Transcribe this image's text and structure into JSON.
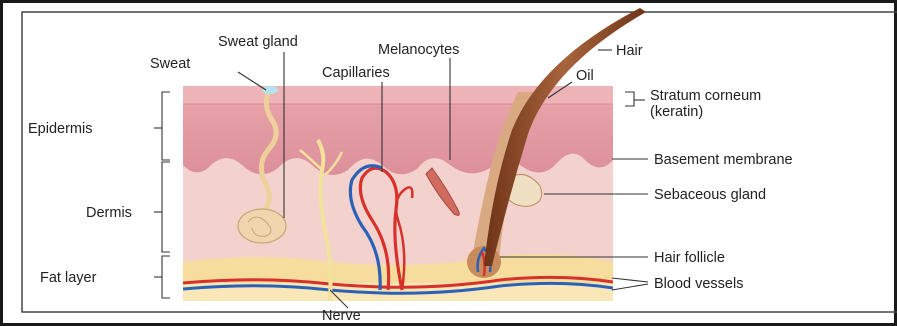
{
  "labels": {
    "sweat_gland": "Sweat gland",
    "sweat": "Sweat",
    "melanocytes": "Melanocytes",
    "capillaries": "Capillaries",
    "hair": "Hair",
    "oil": "Oil",
    "stratum_corneum_line1": "Stratum corneum",
    "stratum_corneum_line2": "(keratin)",
    "epidermis": "Epidermis",
    "basement_membrane": "Basement membrane",
    "dermis": "Dermis",
    "sebaceous_gland": "Sebaceous gland",
    "hair_follicle": "Hair follicle",
    "fat_layer": "Fat layer",
    "blood_vessels": "Blood vessels",
    "nerve": "Nerve"
  },
  "colors": {
    "background": "#ffffff",
    "stratum": "#e8a4aa",
    "epidermis": "#e39aa4",
    "dermis": "#f3d2cd",
    "fat": "#f6dd9e",
    "hair": "#8b4a2b",
    "artery": "#d8312b",
    "vein": "#2b62b8",
    "nerve": "#f3e29b",
    "gland": "#efd6ae",
    "frame": "#1a1a1a"
  }
}
